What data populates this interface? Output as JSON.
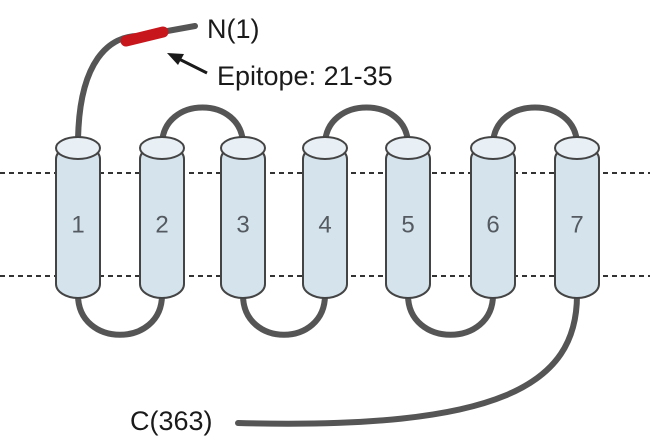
{
  "diagram": {
    "n_terminus_label": "N(1)",
    "epitope_label": "Epitope: 21-35",
    "c_terminus_label": "C(363)",
    "helices": [
      {
        "label": "1"
      },
      {
        "label": "2"
      },
      {
        "label": "3"
      },
      {
        "label": "4"
      },
      {
        "label": "5"
      },
      {
        "label": "6"
      },
      {
        "label": "7"
      }
    ]
  },
  "colors": {
    "epitope": "#c8161d",
    "helix_fill": "#d4e3ec",
    "chain": "#555555"
  }
}
